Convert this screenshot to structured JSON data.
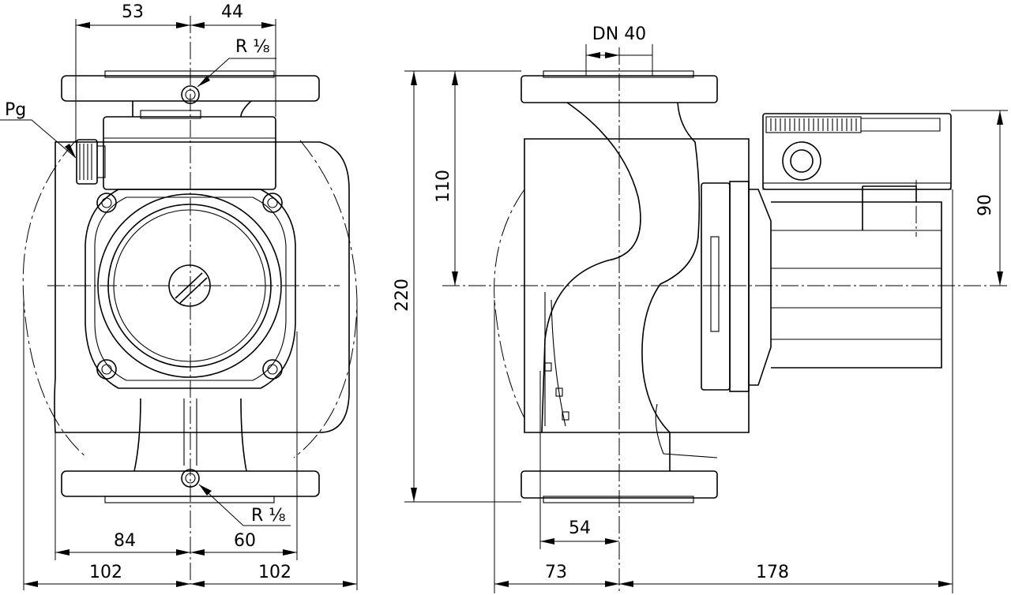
{
  "front_view": {
    "dims": {
      "top_left": "53",
      "top_right": "44",
      "mid_left": "84",
      "mid_right": "60",
      "bottom_left": "102",
      "bottom_right": "102"
    },
    "labels": {
      "pg": "Pg",
      "r_top": "R ⅛",
      "r_bottom": "R ⅛"
    }
  },
  "side_view": {
    "dims": {
      "dn": "DN 40",
      "height_total": "220",
      "height_half": "110",
      "motor_height": "90",
      "bottom_inner": "54",
      "bottom_left": "73",
      "bottom_right": "178"
    }
  }
}
